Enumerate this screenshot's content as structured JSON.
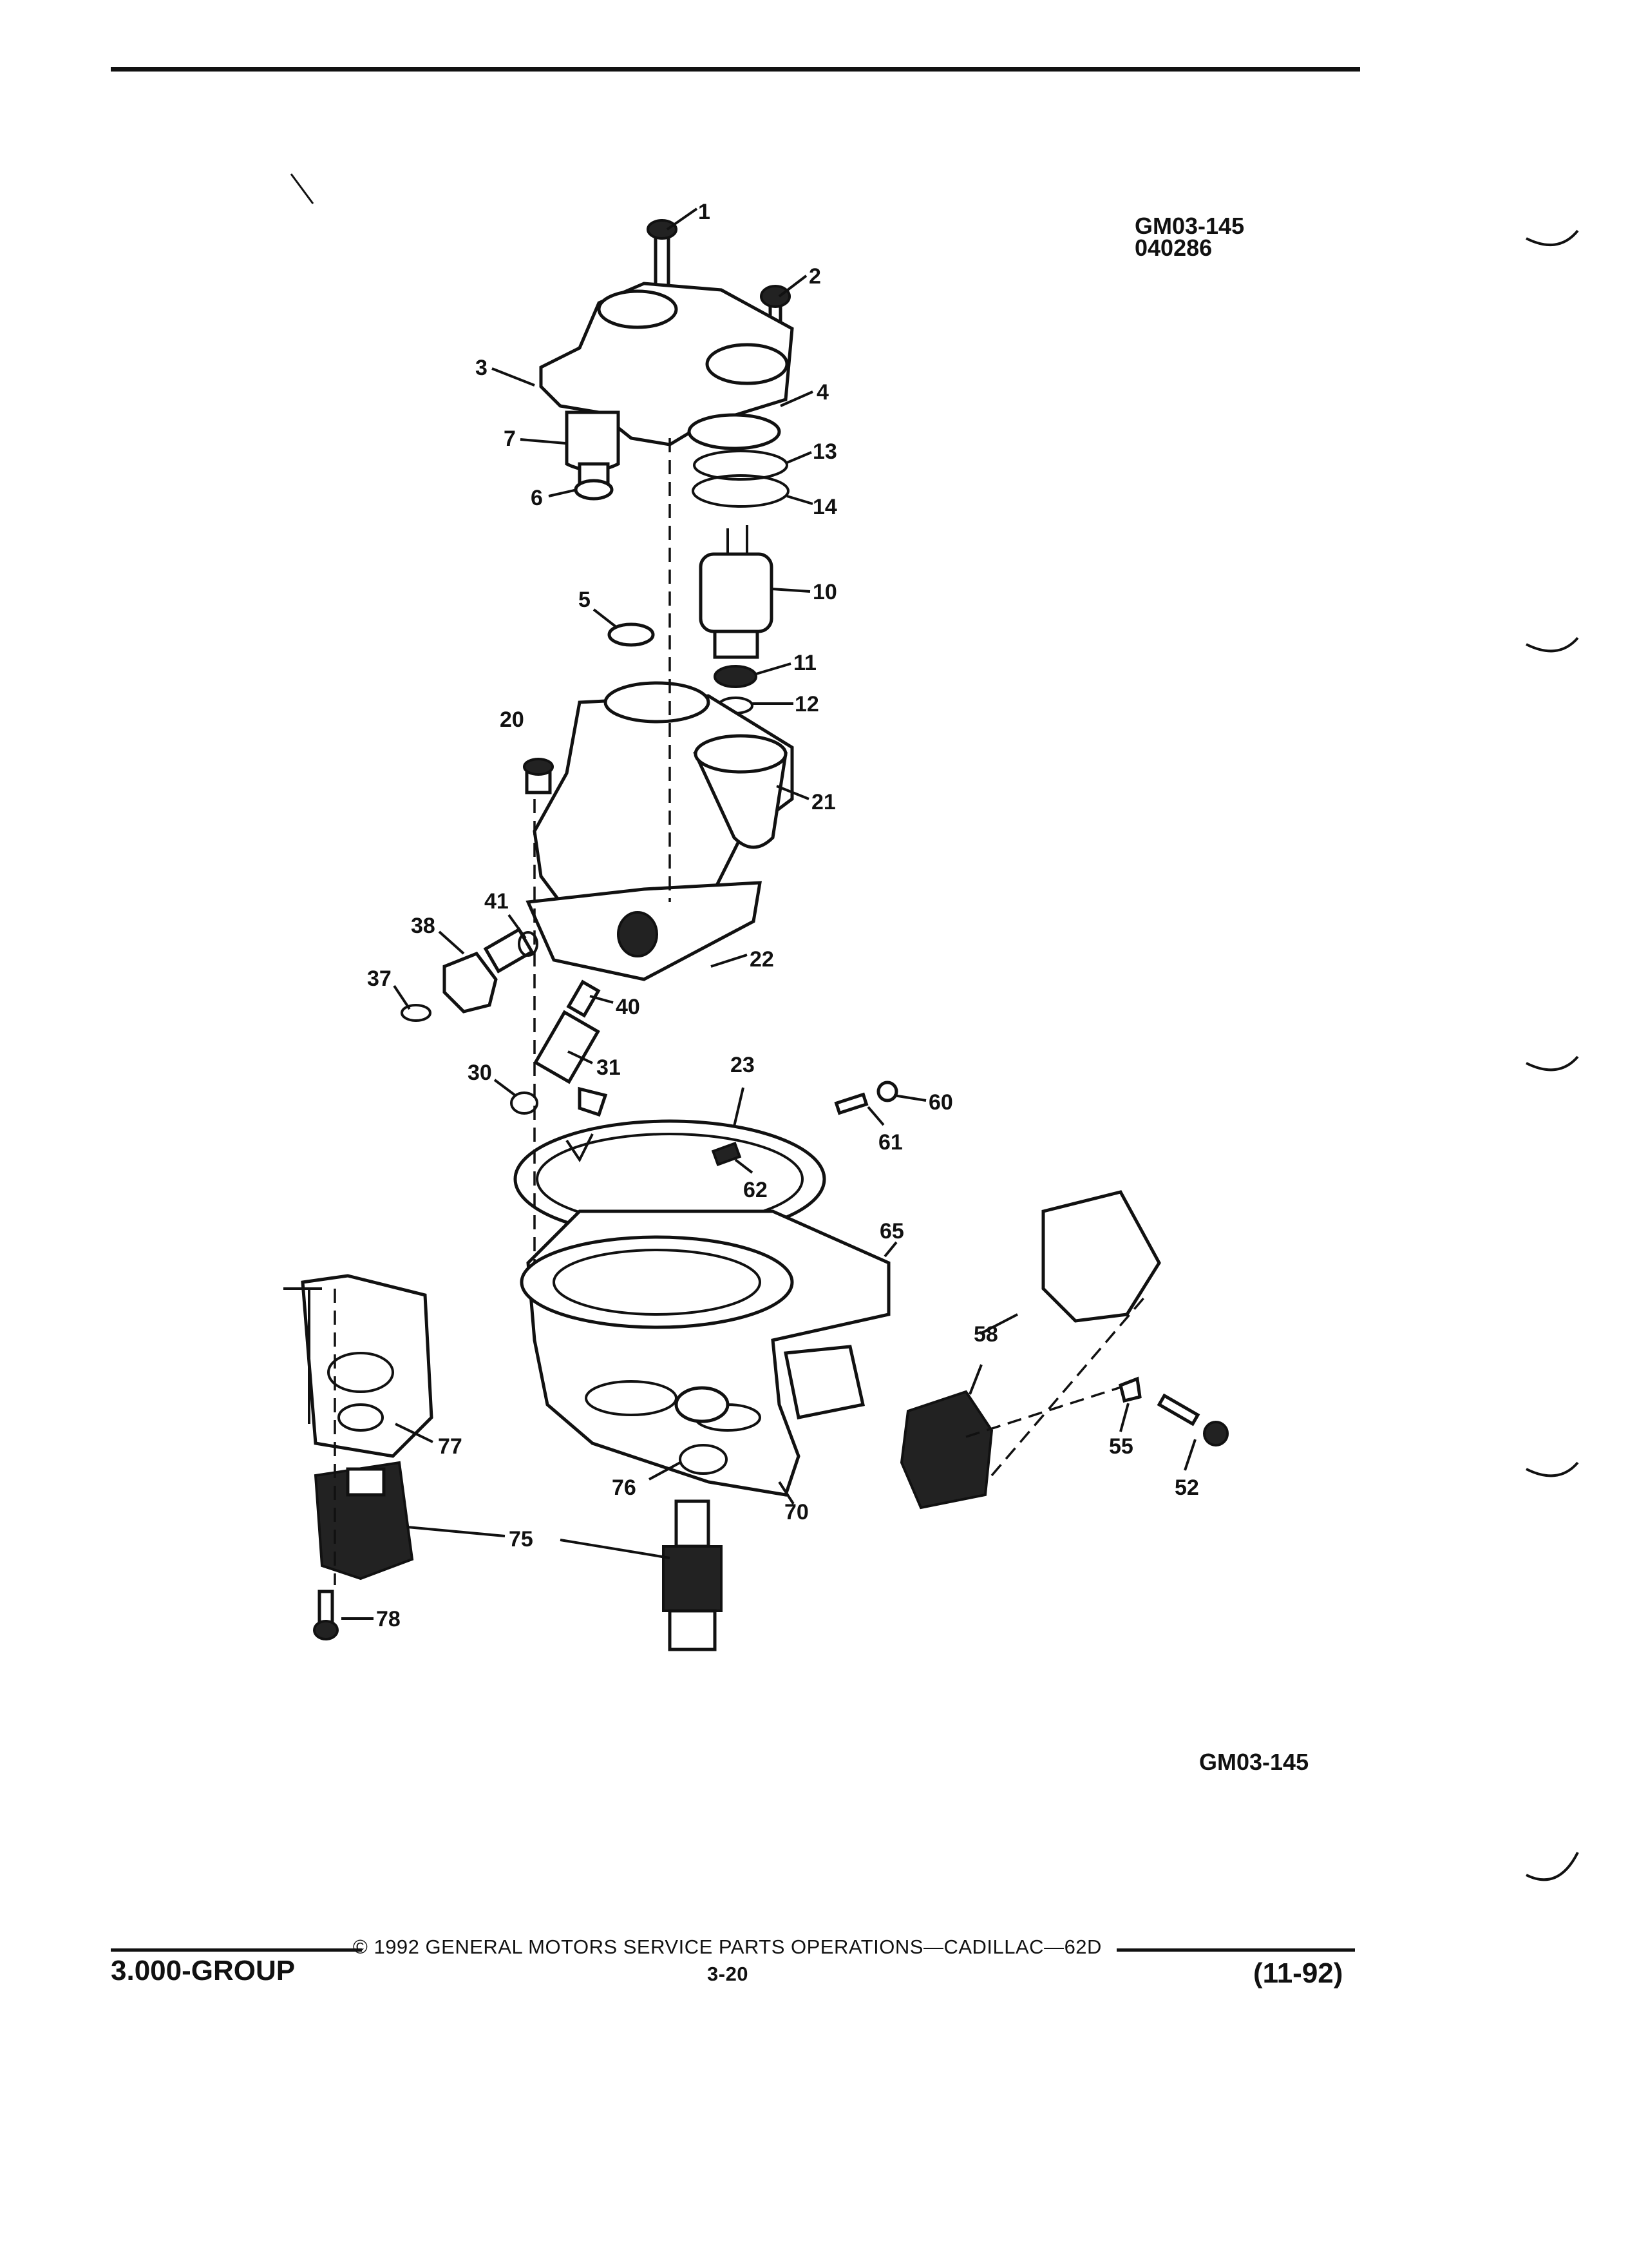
{
  "figure": {
    "code": "GM03-145",
    "date_code": "040286",
    "code_bottom": "GM03-145"
  },
  "callouts": [
    "1",
    "2",
    "3",
    "4",
    "7",
    "13",
    "6",
    "14",
    "10",
    "5",
    "11",
    "12",
    "20",
    "21",
    "41",
    "38",
    "22",
    "37",
    "40",
    "31",
    "30",
    "23",
    "60",
    "61",
    "62",
    "65",
    "58",
    "77",
    "55",
    "52",
    "76",
    "70",
    "75",
    "78"
  ],
  "footer": {
    "copyright": "© 1992 GENERAL MOTORS SERVICE PARTS OPERATIONS—CADILLAC—62D",
    "group": "3.000-GROUP",
    "page": "3-20",
    "revision": "(11-92)"
  }
}
